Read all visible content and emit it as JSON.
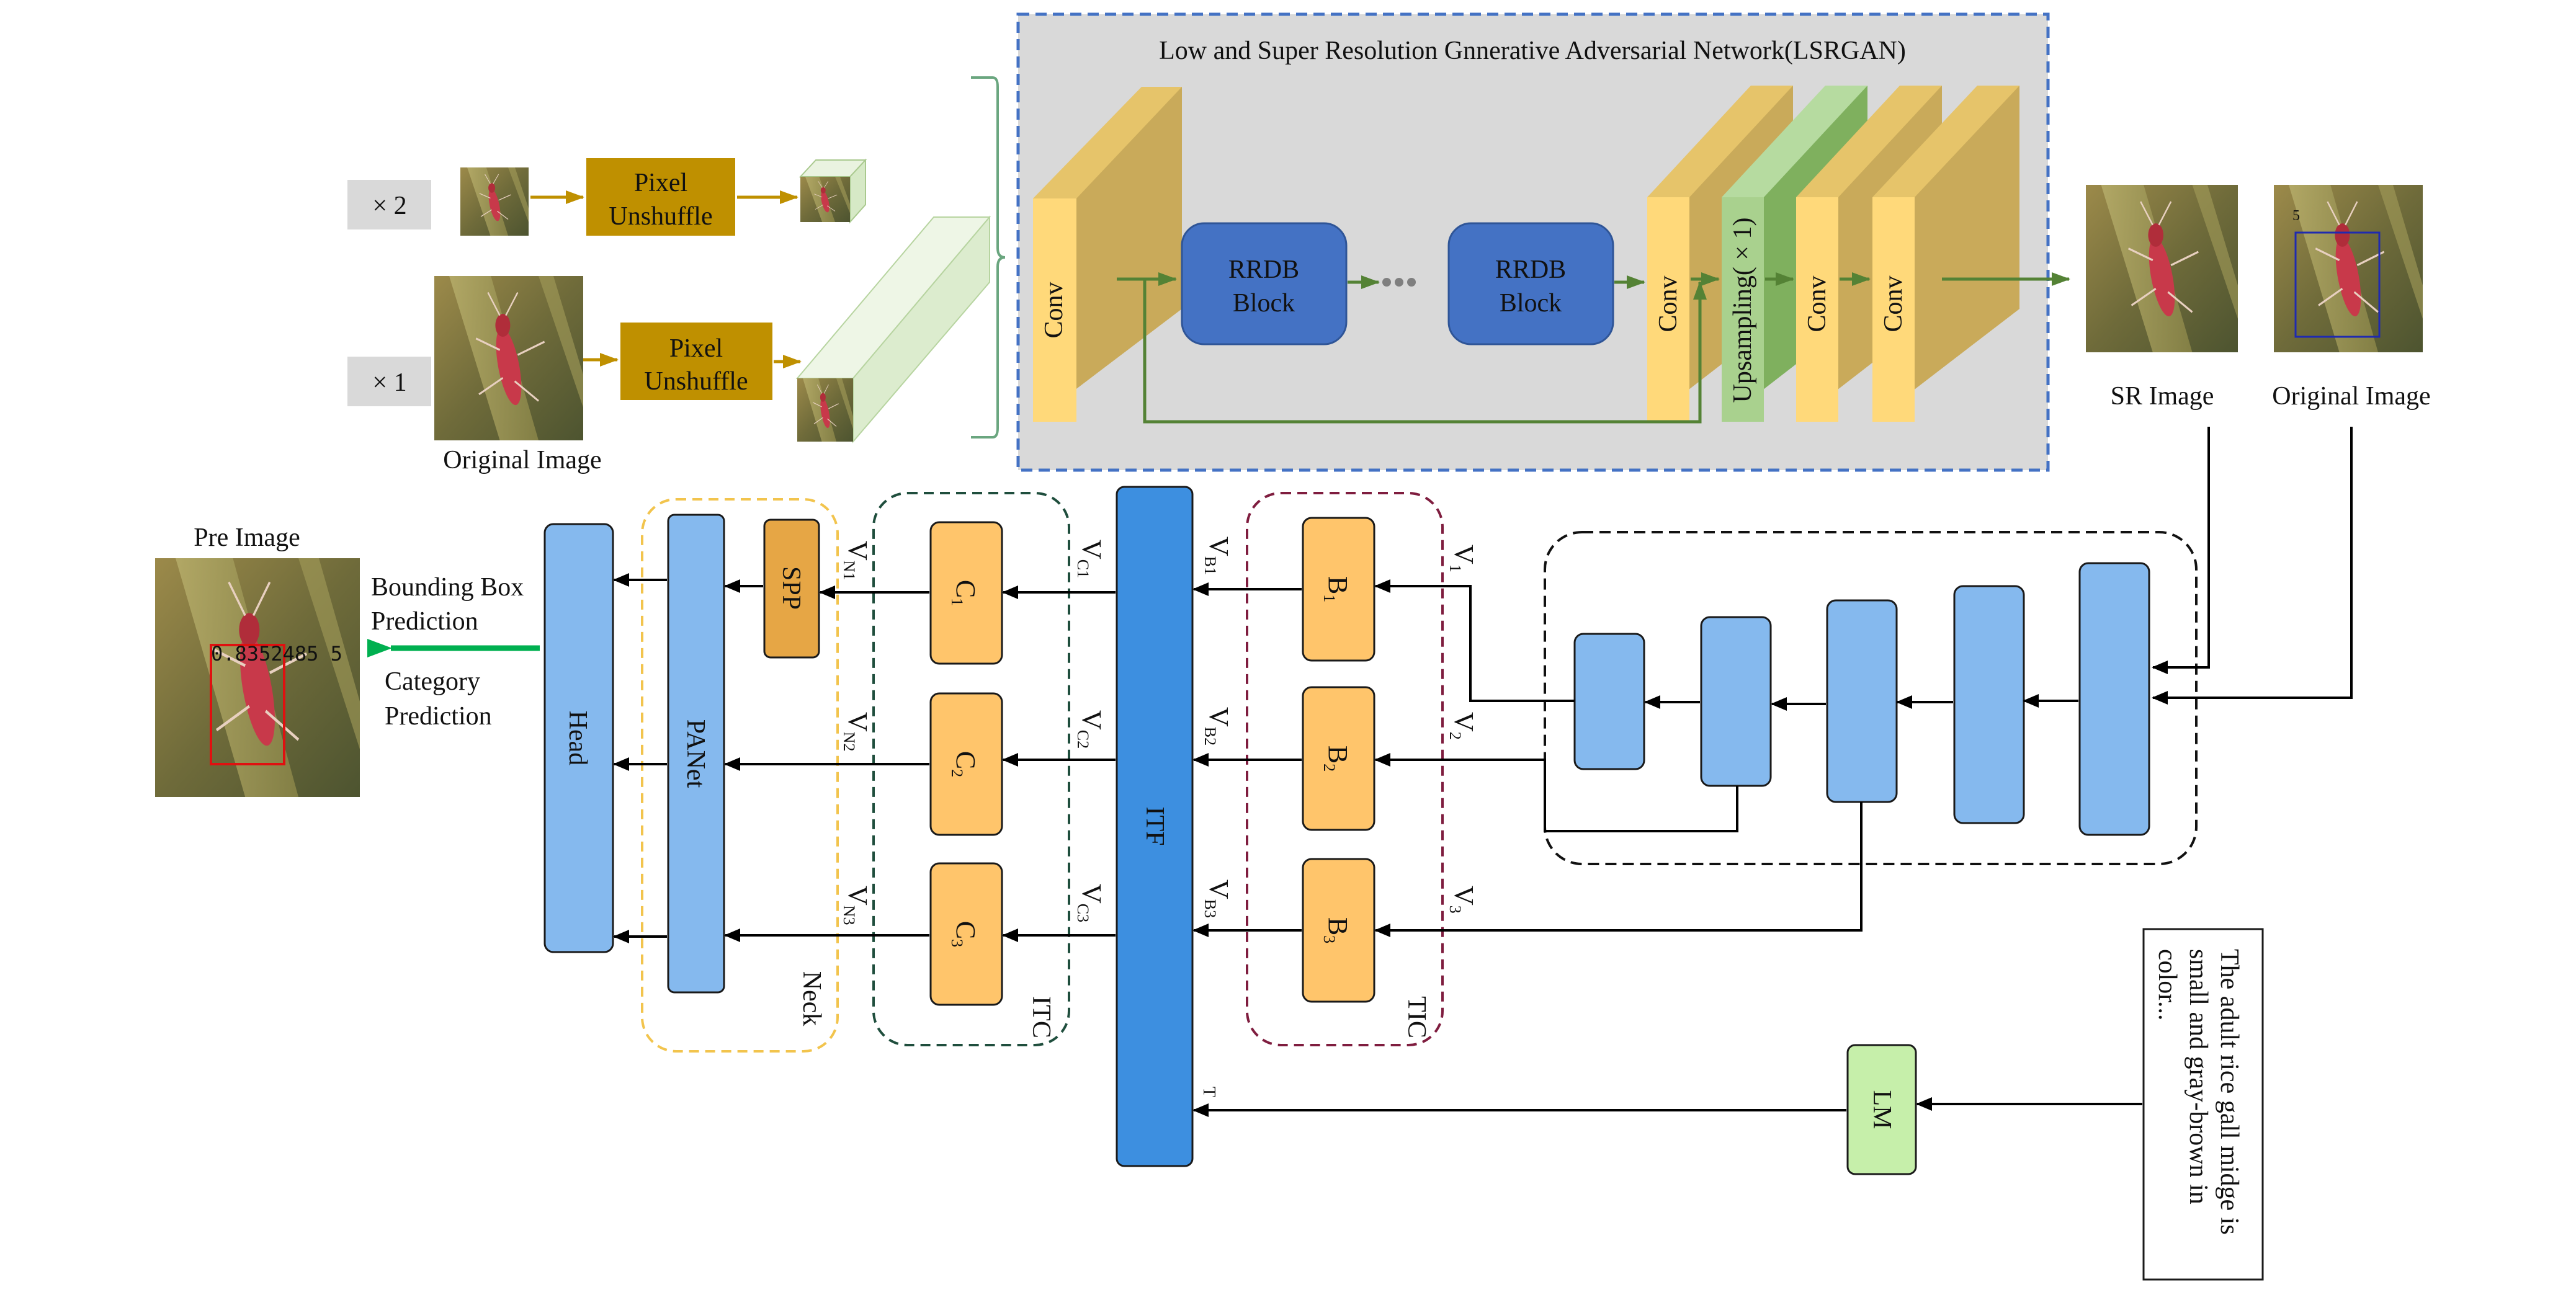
{
  "lsrgan": {
    "title": "Low and Super Resolution Gnnerative Adversarial Network(LSRGAN)",
    "conv_label": "Conv",
    "rrdb_line1": "RRDB",
    "rrdb_line2": "Block",
    "upsampling_label": "Upsampling( × 1)"
  },
  "input": {
    "scale_x2": "× 2",
    "scale_x1": "× 1",
    "pixel_unshuffle_line1": "Pixel",
    "pixel_unshuffle_line2": "Unshuffle",
    "original_image_label": "Original Image"
  },
  "outputs": {
    "sr_image_label": "SR Image",
    "original_image_label": "Original Image",
    "crop_mark": "5"
  },
  "detector": {
    "head_label": "Head",
    "panet_label": "PANet",
    "spp_label": "SPP",
    "neck_label": "Neck",
    "itc_label": "ITC",
    "itf_label": "ITF",
    "tic_label": "TIC",
    "lm_label": "LM",
    "pre_image_label": "Pre Image",
    "bbox_pred_line1": "Bounding Box",
    "bbox_pred_line2": "Prediction",
    "cat_pred_line1": "Category",
    "cat_pred_line2": "Prediction",
    "detection_score": "0.8352485 5",
    "c_blocks": [
      {
        "base": "C",
        "sub": "1"
      },
      {
        "base": "C",
        "sub": "2"
      },
      {
        "base": "C",
        "sub": "3"
      }
    ],
    "b_blocks": [
      {
        "base": "B",
        "sub": "1"
      },
      {
        "base": "B",
        "sub": "2"
      },
      {
        "base": "B",
        "sub": "3"
      }
    ],
    "n_labels": [
      {
        "base": "V",
        "sub": "N1"
      },
      {
        "base": "V",
        "sub": "N2"
      },
      {
        "base": "V",
        "sub": "N3"
      }
    ],
    "c_labels": [
      {
        "base": "V",
        "sub": "C1"
      },
      {
        "base": "V",
        "sub": "C2"
      },
      {
        "base": "V",
        "sub": "C3"
      }
    ],
    "b_labels": [
      {
        "base": "V",
        "sub": "B1"
      },
      {
        "base": "V",
        "sub": "B2"
      },
      {
        "base": "V",
        "sub": "B3"
      }
    ],
    "v_labels": [
      {
        "base": "V",
        "sub": "1"
      },
      {
        "base": "V",
        "sub": "2"
      },
      {
        "base": "V",
        "sub": "3"
      }
    ],
    "t_label": "T"
  },
  "text_prompt": {
    "line1": "The adult rice gall midge is",
    "line2": "small and gray-brown in",
    "line3": "color..."
  },
  "colors": {
    "gan_panel_bg": "#d9d9d9",
    "gan_panel_border": "#4472c4",
    "conv_face": "#ffd97a",
    "conv_side": "#c9aa5a",
    "rrdb_fill": "#4472c4",
    "upsample_fill": "#a9d18e",
    "pixel_unshuffle_fill": "#bf9000",
    "arrow_green": "#548235",
    "arrow_gold": "#bf9000",
    "head_fill": "#85b9ee",
    "itf_fill": "#3d8fe0",
    "block_orange": "#ffc56b",
    "spp_fill": "#e6a645",
    "lm_fill": "#c6efaa",
    "pred_arrow": "#00b050"
  }
}
